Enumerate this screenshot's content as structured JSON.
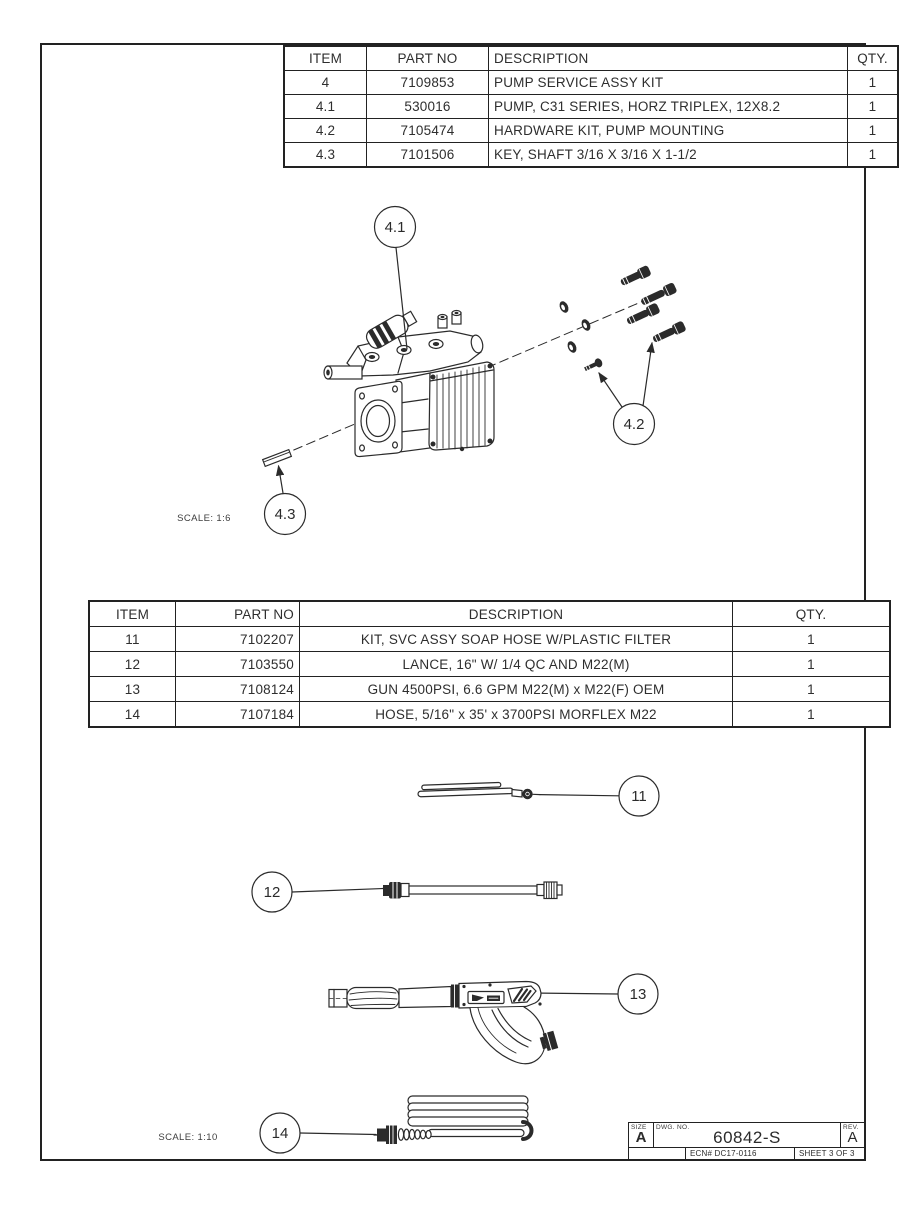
{
  "colors": {
    "line": "#2b2b2b",
    "background": "#ffffff"
  },
  "pump_table": {
    "headers": {
      "item": "ITEM",
      "part_no": "PART NO",
      "description": "DESCRIPTION",
      "qty": "QTY."
    },
    "rows": [
      {
        "item": "4",
        "part_no": "7109853",
        "description": "PUMP SERVICE ASSY KIT",
        "qty": "1"
      },
      {
        "item": "4.1",
        "part_no": "530016",
        "description": "PUMP, C31 SERIES, HORZ TRIPLEX, 12X8.2",
        "qty": "1"
      },
      {
        "item": "4.2",
        "part_no": "7105474",
        "description": "HARDWARE KIT, PUMP MOUNTING",
        "qty": "1"
      },
      {
        "item": "4.3",
        "part_no": "7101506",
        "description": "KEY, SHAFT 3/16 X 3/16 X 1-1/2",
        "qty": "1"
      }
    ]
  },
  "accessory_table": {
    "headers": {
      "item": "ITEM",
      "part_no": "PART NO",
      "description": "DESCRIPTION",
      "qty": "QTY."
    },
    "rows": [
      {
        "item": "11",
        "part_no": "7102207",
        "description": "KIT, SVC ASSY SOAP HOSE W/PLASTIC FILTER",
        "qty": "1"
      },
      {
        "item": "12",
        "part_no": "7103550",
        "description": "LANCE, 16\" W/ 1/4 QC AND M22(M)",
        "qty": "1"
      },
      {
        "item": "13",
        "part_no": "7108124",
        "description": "GUN 4500PSI, 6.6 GPM M22(M) x M22(F) OEM",
        "qty": "1"
      },
      {
        "item": "14",
        "part_no": "7107184",
        "description": "HOSE, 5/16\" x 35' x 3700PSI MORFLEX M22",
        "qty": "1"
      }
    ]
  },
  "pump_view": {
    "callouts": {
      "pump": "4.1",
      "hardware": "4.2",
      "key": "4.3"
    },
    "scale_note": "SCALE: 1:6"
  },
  "accessory_view": {
    "callouts": {
      "soap_hose_kit": "11",
      "lance": "12",
      "gun": "13",
      "hose": "14"
    },
    "scale_note": "SCALE: 1:10"
  },
  "title_block": {
    "size_label": "SIZE",
    "size": "A",
    "dwg_no_label": "DWG. NO.",
    "dwg_no": "60842-S",
    "rev_label": "REV.",
    "rev": "A",
    "ecn": "ECN# DC17-0116",
    "sheet": "SHEET 3 OF 3"
  }
}
